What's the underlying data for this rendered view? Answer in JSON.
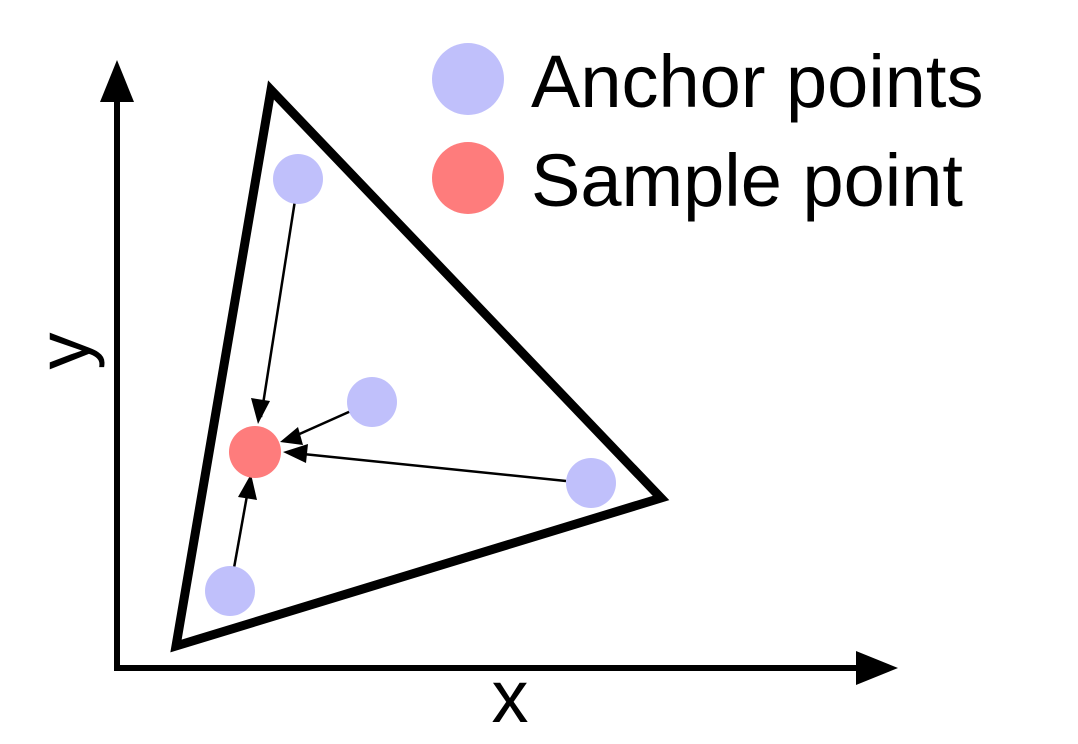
{
  "legend": {
    "anchor_label": "Anchor points",
    "sample_label": "Sample point"
  },
  "axes": {
    "x_label": "x",
    "y_label": "y"
  },
  "colors": {
    "anchor": "#c0c0fb",
    "sample": "#fe7c7c",
    "stroke": "#000000",
    "background": "#ffffff"
  }
}
